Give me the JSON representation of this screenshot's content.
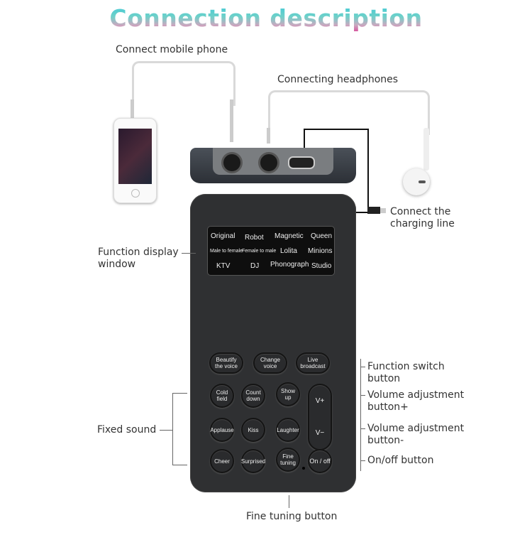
{
  "title": "Connection description",
  "labels": {
    "connect_mobile_phone": "Connect mobile phone",
    "connecting_headphones": "Connecting headphones",
    "charging_line_1": "Connect the",
    "charging_line_2": "charging line",
    "function_display_1": "Function display",
    "function_display_2": "window",
    "function_switch_1": "Function switch",
    "function_switch_2": "button",
    "volume_plus_1": "Volume adjustment",
    "volume_plus_2": "button+",
    "volume_minus_1": "Volume adjustment",
    "volume_minus_2": "button-",
    "on_off": "On/off button",
    "fixed_sound": "Fixed sound",
    "fine_tuning": "Fine tuning button"
  },
  "display": {
    "row1": [
      "Original",
      "Robot",
      "Magnetic",
      "Queen"
    ],
    "row2": [
      "Male to female",
      "Female to male",
      "Lolita",
      "Minions"
    ],
    "row3": [
      "KTV",
      "DJ",
      "Phonograph",
      "Studio"
    ]
  },
  "buttons": {
    "beautify": [
      "Beautify",
      "the voice"
    ],
    "change": [
      "Change",
      "voice"
    ],
    "live": [
      "Live",
      "broadcast"
    ],
    "cold_field": [
      "Cold",
      "field"
    ],
    "count_down": [
      "Count",
      "down"
    ],
    "show_up": "Show up",
    "applause": "Applause",
    "kiss": "Kiss",
    "laughter": "Laughter",
    "cheer": "Cheer",
    "surprised": "Surprised",
    "fine_tuning": [
      "Fine",
      "tuning"
    ],
    "on_off": "On / off",
    "v_plus": "V+",
    "v_minus": "V−"
  },
  "colors": {
    "device_body": "#2f3032",
    "wire": "#d9d9d9",
    "title_top": "#3ec9d8",
    "title_bottom": "#d84f9a"
  }
}
